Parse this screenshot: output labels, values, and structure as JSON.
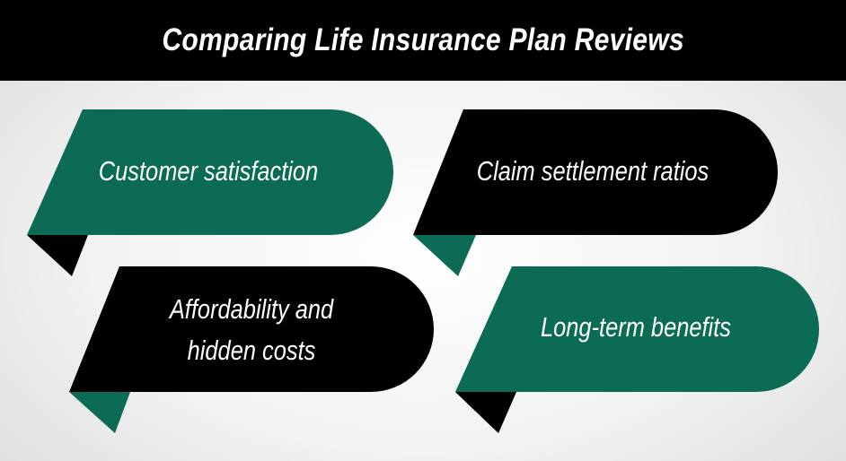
{
  "header": {
    "title": "Comparing Life Insurance Plan Reviews"
  },
  "colors": {
    "green": "#0b6b54",
    "black": "#000000"
  },
  "items": [
    {
      "label": "Customer satisfaction",
      "fill": "green"
    },
    {
      "label": "Claim settlement ratios",
      "fill": "black"
    },
    {
      "label_line1": "Affordability and",
      "label_line2": "hidden costs",
      "fill": "black"
    },
    {
      "label": "Long-term benefits",
      "fill": "green"
    }
  ]
}
